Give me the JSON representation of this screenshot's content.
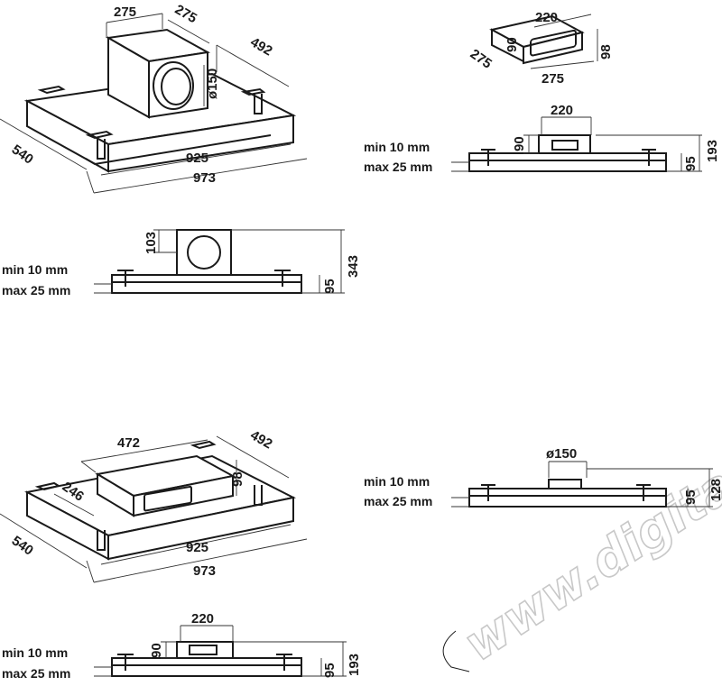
{
  "watermark": "www.digitalko.hu",
  "view_iso_top": {
    "dim_box_w": "275",
    "dim_box_d": "275",
    "dim_inner_d": "492",
    "dim_outlet": "ø150",
    "dim_depth": "540",
    "dim_inner_w": "925",
    "dim_outer_w": "973"
  },
  "view_adapter_iso": {
    "dim_w": "220",
    "dim_h": "90",
    "dim_d": "275",
    "dim_len": "275",
    "dim_h2": "98"
  },
  "view_side_top_right": {
    "dim_w": "220",
    "dim_h": "90",
    "dim_total": "193",
    "dim_body": "95",
    "label_min": "min 10 mm",
    "label_max": "max 25 mm"
  },
  "view_side_middle_left": {
    "dim_top": "103",
    "dim_total": "343",
    "dim_body": "95",
    "label_min": "min 10 mm",
    "label_max": "max 25 mm"
  },
  "view_iso_bottom": {
    "dim_duct_len": "472",
    "dim_inner_d": "492",
    "dim_duct_h": "98",
    "dim_duct_d": "246",
    "dim_depth": "540",
    "dim_inner_w": "925",
    "dim_outer_w": "973"
  },
  "view_side_bottom_right": {
    "dim_outlet": "ø150",
    "dim_total": "128",
    "dim_body": "95",
    "label_min": "min 10 mm",
    "label_max": "max 25 mm"
  },
  "view_side_bottom_left": {
    "dim_w": "220",
    "dim_h": "90",
    "dim_total": "193",
    "dim_body": "95",
    "label_min": "min 10 mm",
    "label_max": "max 25 mm"
  }
}
